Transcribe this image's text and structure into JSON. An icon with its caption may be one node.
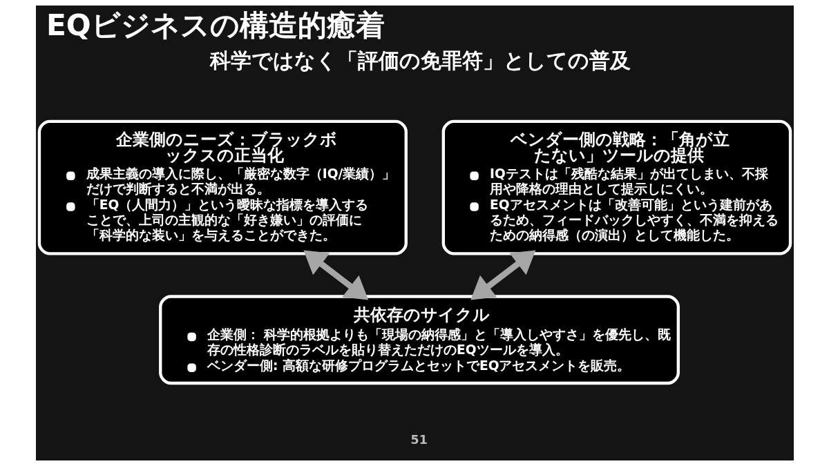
{
  "diagram": {
    "title": "EQビジネスの構造的癒着",
    "nodes": [
      {
        "text": [
          "企業側のニーズ：ブラックボックスの正当化",
          "成果主義の導入に際し、「厳密な数字（IQ/業績）」だけで判断すると不満が出る。",
          "「EQ（人間力）」という曖昧な指標を導入することで、上司の主観的な「好き嫌い」の評価に「科学的な装い」を与えることができた。"
        ]
      },
      {
        "text": [
          "ベンダー側の戦略：「角が立たない」ツールの提供",
          "IQテストは「残酷な結果」が出てしまい、不採用や降格の理由として提示しにくい。",
          "EQアセスメントは「改善可能」という建前があるため、フィードバックしやすく、不満を抑えるための納得感（の演出）として機能した。"
        ]
      },
      {
        "text": [
          "共依存のサイクル",
          "企業側： 科学的根拠よりも「現場の納得感」と「導入しやすさ」を優先し、既存の性格診断のラベルを貼り替えただけのEQツールを導入。",
          "ベンダー側: 高額な研修プログラムとセットでEQアセスメントを販売。"
        ]
      }
    ],
    "edges": [
      {
        "from": 0,
        "to": 2,
        "arrow": "both"
      },
      {
        "from": 1,
        "to": 2,
        "arrow": "both"
      }
    ],
    "labels": [
      "科学ではなく「評価の免罪符」としての普及",
      "51"
    ]
  }
}
